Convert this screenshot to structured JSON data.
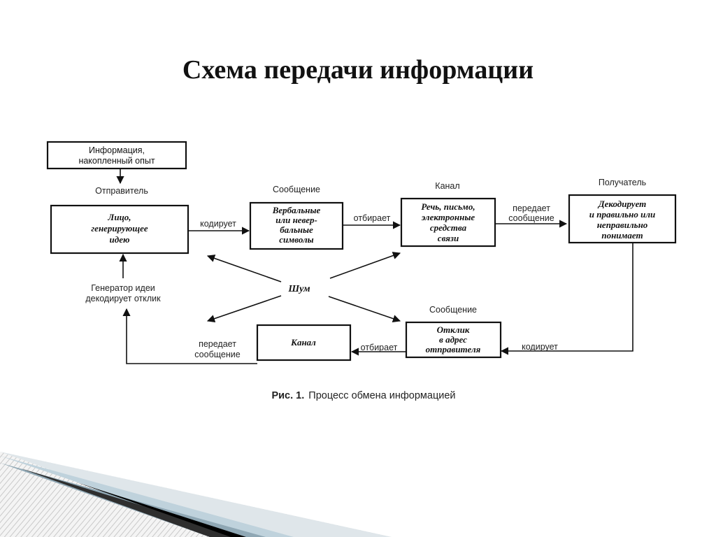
{
  "title": "Схема передачи информации",
  "boxes": {
    "experience": [
      "Информация,",
      "накопленный опыт"
    ],
    "sender": [
      "Лицо,",
      "генерирующее",
      "идею"
    ],
    "symbols": [
      "Вербальные",
      "или невер-",
      "бальные",
      "символы"
    ],
    "channel_forward": [
      "Речь, письмо,",
      "электронные",
      "средства",
      "связи"
    ],
    "receiver": [
      "Декодирует",
      "и правильно или",
      "неправильно",
      "понимает"
    ],
    "noise": "Шум",
    "channel_back": "Канал",
    "response": [
      "Отклик",
      "в адрес",
      "отправителя"
    ]
  },
  "labels": {
    "sender": "Отправитель",
    "message_top": "Сообщение",
    "channel_top": "Канал",
    "receiver_top": "Получатель",
    "encodes": "кодирует",
    "selects": "отбирает",
    "transmits_top": [
      "передает",
      "сообщение"
    ],
    "generator": [
      "Генератор идеи",
      "декодирует отклик"
    ],
    "message_bottom": "Сообщение",
    "transmits_bottom": [
      "передает",
      "сообщение"
    ],
    "selects_bottom": "отбирает",
    "encodes_bottom": "кодирует"
  },
  "caption": {
    "prefix": "Рис. 1.",
    "text": "Процесс обмена информацией"
  }
}
